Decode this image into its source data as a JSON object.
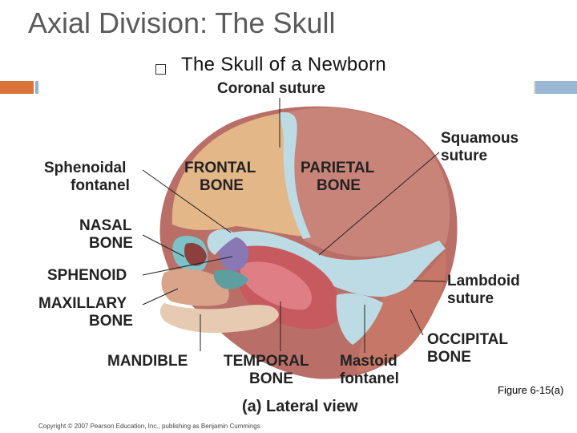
{
  "slide": {
    "title": "Axial Division: The Skull",
    "subtitle": "The Skull of a Newborn",
    "figure_ref": "Figure 6-15(a)",
    "copyright": "Copyright © 2007 Pearson Education, Inc., publishing as Benjamin Cummings"
  },
  "diagram": {
    "caption": "(a) Lateral view",
    "labels": {
      "coronal_suture": "Coronal suture",
      "sphenoidal_fontanel_1": "Sphenoidal",
      "sphenoidal_fontanel_2": "fontanel",
      "frontal_bone_1": "FRONTAL",
      "frontal_bone_2": "BONE",
      "parietal_bone_1": "PARIETAL",
      "parietal_bone_2": "BONE",
      "squamous_suture_1": "Squamous",
      "squamous_suture_2": "suture",
      "nasal_bone_1": "NASAL",
      "nasal_bone_2": "BONE",
      "sphenoid": "SPHENOID",
      "maxillary_bone_1": "MAXILLARY",
      "maxillary_bone_2": "BONE",
      "lambdoid_suture_1": "Lambdoid",
      "lambdoid_suture_2": "suture",
      "occipital_bone_1": "OCCIPITAL",
      "occipital_bone_2": "BONE",
      "mandible": "MANDIBLE",
      "temporal_bone_1": "TEMPORAL",
      "temporal_bone_2": "BONE",
      "mastoid_fontanel_1": "Mastoid",
      "mastoid_fontanel_2": "fontanel"
    },
    "colors": {
      "parietal": "#c9847a",
      "frontal": "#e3b788",
      "suture": "#bcdbe4",
      "temporal": "#c75a5f",
      "occipital": "#c77767",
      "mandible": "#e6cbb2",
      "sphenoid": "#8a78b5",
      "nasal": "#7dc2c6"
    }
  }
}
